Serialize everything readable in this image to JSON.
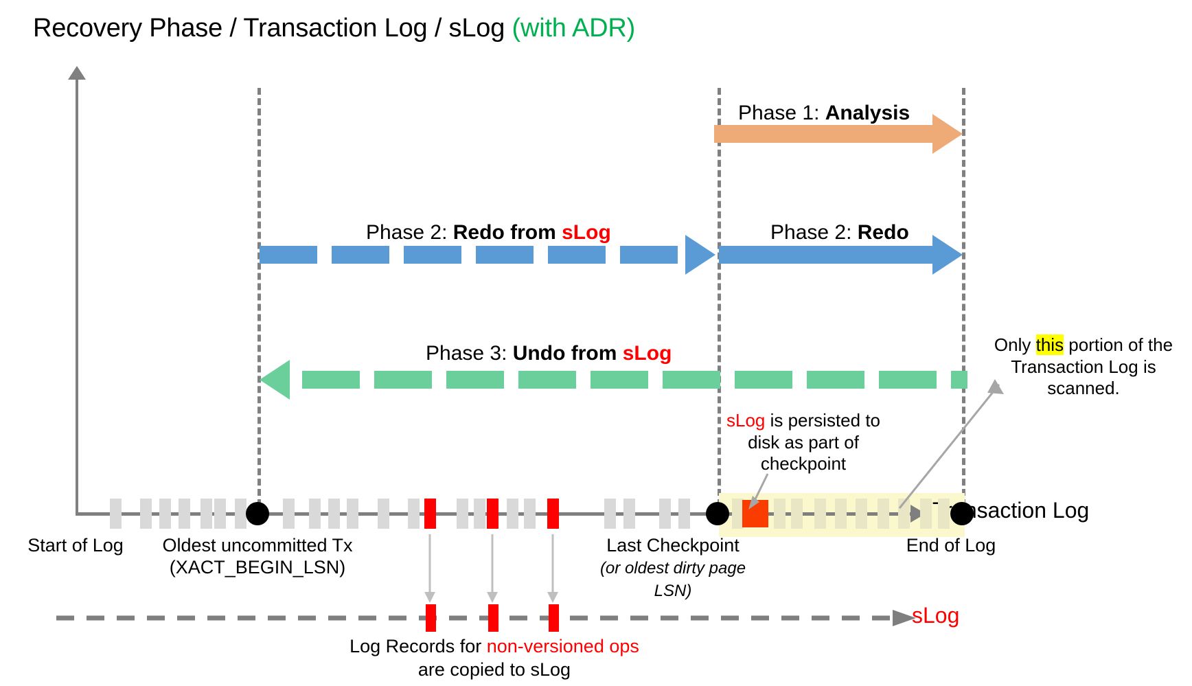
{
  "title": {
    "main": "Recovery Phase / Transaction Log / sLog ",
    "suffix": "(with ADR)"
  },
  "phases": [
    {
      "id": "phase1",
      "prefix": "Phase 1: ",
      "name": "Analysis",
      "color": "#efab77",
      "style": "solid",
      "direction": "right",
      "from": "last-checkpoint",
      "to": "end-of-log"
    },
    {
      "id": "phase2-slog",
      "prefix": "Phase 2: ",
      "name": "Redo from ",
      "name_red": "sLog",
      "color": "#5b9bd5",
      "style": "dashed",
      "direction": "right",
      "from": "oldest-uncommitted-tx",
      "to": "last-checkpoint"
    },
    {
      "id": "phase2-redo",
      "prefix": "Phase 2: ",
      "name": "Redo",
      "color": "#5b9bd5",
      "style": "solid",
      "direction": "right",
      "from": "last-checkpoint",
      "to": "end-of-log"
    },
    {
      "id": "phase3-undo",
      "prefix": "Phase 3: ",
      "name": "Undo from ",
      "name_red": "sLog",
      "color": "#6bcf9b",
      "style": "dashed",
      "direction": "left",
      "from": "end-of-log",
      "to": "oldest-uncommitted-tx"
    }
  ],
  "timeline": {
    "axis_label": "Transaction Log",
    "markers": [
      {
        "id": "start-of-log",
        "label": "Start of Log",
        "sub": ""
      },
      {
        "id": "oldest-uncommitted-tx",
        "label": "Oldest uncommitted Tx",
        "sub": "(XACT_BEGIN_LSN)"
      },
      {
        "id": "last-checkpoint",
        "label": "Last Checkpoint",
        "sub": "(or oldest dirty page LSN)",
        "sub_line1": "(or oldest dirty page",
        "sub_line2": "LSN)"
      },
      {
        "id": "end-of-log",
        "label": "End of Log",
        "sub": ""
      }
    ]
  },
  "slog_track": {
    "label": "sLog",
    "caption_line1_pre": "Log Records for ",
    "caption_line1_red": "non-versioned ops",
    "caption_line2": "are copied to sLog"
  },
  "annotations": {
    "checkpoint_note": {
      "line1_red": "sLog",
      "line1_rest": " is persisted to",
      "line2": "disk as part of",
      "line3": "checkpoint"
    },
    "scan_note": {
      "line1_pre": "Only ",
      "line1_hl": "this",
      "line1_post": " portion of the",
      "line2": "Transaction Log is scanned."
    }
  },
  "colors": {
    "analysis": "#efab77",
    "redo": "#5b9bd5",
    "undo": "#6bcf9b",
    "slog_red": "#ff0000",
    "highlight_band": "#fbf8cd",
    "highlight_text": "#ffff00",
    "adr_green": "#00b050",
    "axis_gray": "#7f7f7f",
    "tick_gray": "#d9d9d9"
  }
}
